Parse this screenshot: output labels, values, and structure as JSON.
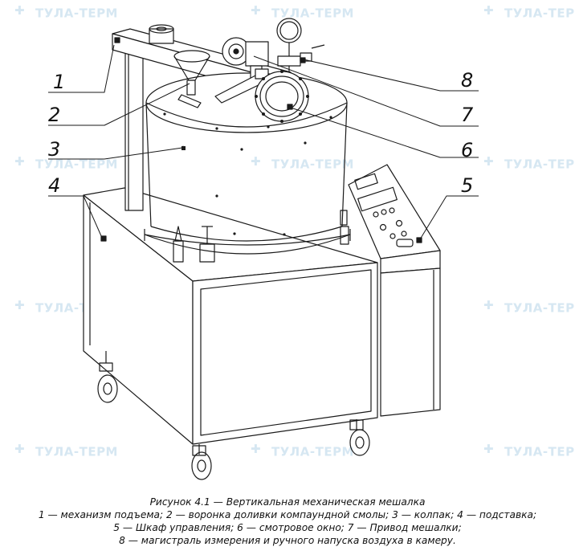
{
  "watermark": {
    "text": "ТУЛА-ТЕРМ"
  },
  "callouts": [
    "1",
    "2",
    "3",
    "4",
    "5",
    "6",
    "7",
    "8"
  ],
  "caption": {
    "title": "Рисунок 4.1 — Вертикальная механическая мешалка",
    "lines": [
      "1 — механизм подъема; 2 — воронка доливки компаундной смолы; 3 — колпак; 4 — подставка;",
      "5 — Шкаф управления; 6 — смотровое окно; 7 — Привод мешалки;",
      "8 — магистраль измерения и ручного напуска воздуха в камеру."
    ]
  },
  "colors": {
    "line": "#1a1a1a",
    "watermark": "#d6e7f2"
  }
}
